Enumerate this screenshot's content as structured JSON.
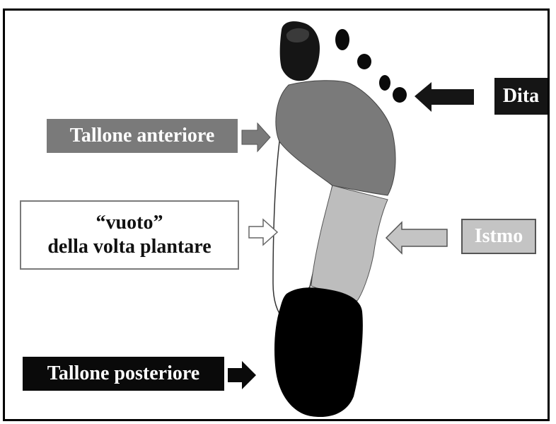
{
  "labels": {
    "dita": "Dita",
    "tallone_anteriore": "Tallone anteriore",
    "vuoto_line1": "“vuoto”",
    "vuoto_line2": "della volta plantare",
    "istmo": "Istmo",
    "tallone_posteriore": "Tallone posteriore"
  },
  "colors": {
    "toes": "#111111",
    "forefoot": "#7a7a7a",
    "isthmus": "#bdbdbd",
    "heel": "#000000",
    "arch_void": "#ffffff"
  }
}
